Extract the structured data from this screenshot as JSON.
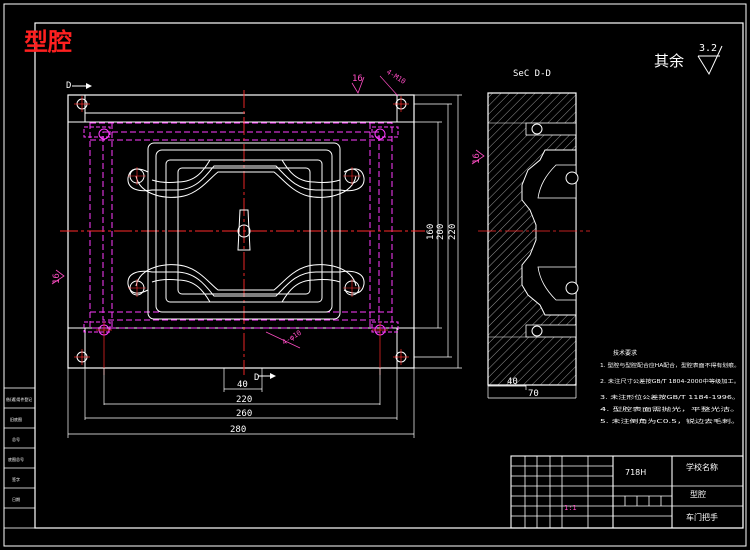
{
  "title": "型腔",
  "roughness": {
    "label": "其余",
    "value": "3.2"
  },
  "section_label": "SeC D-D",
  "section_marks": {
    "left": "D",
    "bottom": "D"
  },
  "note_16": "16",
  "hole_notes": [
    "4-M10",
    "4-φ10"
  ],
  "dims": {
    "d40": "40",
    "d220": "220",
    "d260": "260",
    "d280": "280",
    "d160": "160",
    "d200": "200",
    "d220v": "220",
    "s40": "40",
    "s70": "70"
  },
  "tech_req": [
    "技术要求",
    "1. 型腔与型腔配合应HA配合，型腔表面不得有划痕。",
    "2. 未注尺寸公差按GB/T 1804-2000中等级加工。",
    "3. 未注形位公差按GB/T 1184-1996。",
    "4. 型腔表面需抛光，平整光洁。",
    "5. 未注倒角为C0.5，锐边去毛刺。"
  ],
  "title_block": {
    "material": "718H",
    "school": "学校名称",
    "part_name": "型腔",
    "drawing_name": "车门把手",
    "scale": "1:1"
  },
  "left_strip": [
    "借(通)用件登记",
    "旧底图",
    "总号",
    "底图总号",
    "签字",
    "日期"
  ],
  "colors": {
    "frame": "#ffffff",
    "outline": "#ffffff",
    "hidden": "#ff3cff",
    "center": "#ff2a2a",
    "dim": "#00ff66",
    "cavity": "#ffffff",
    "section_hatch": "#ffffff",
    "title": "#ff2020",
    "note": "#ff4dc4"
  }
}
